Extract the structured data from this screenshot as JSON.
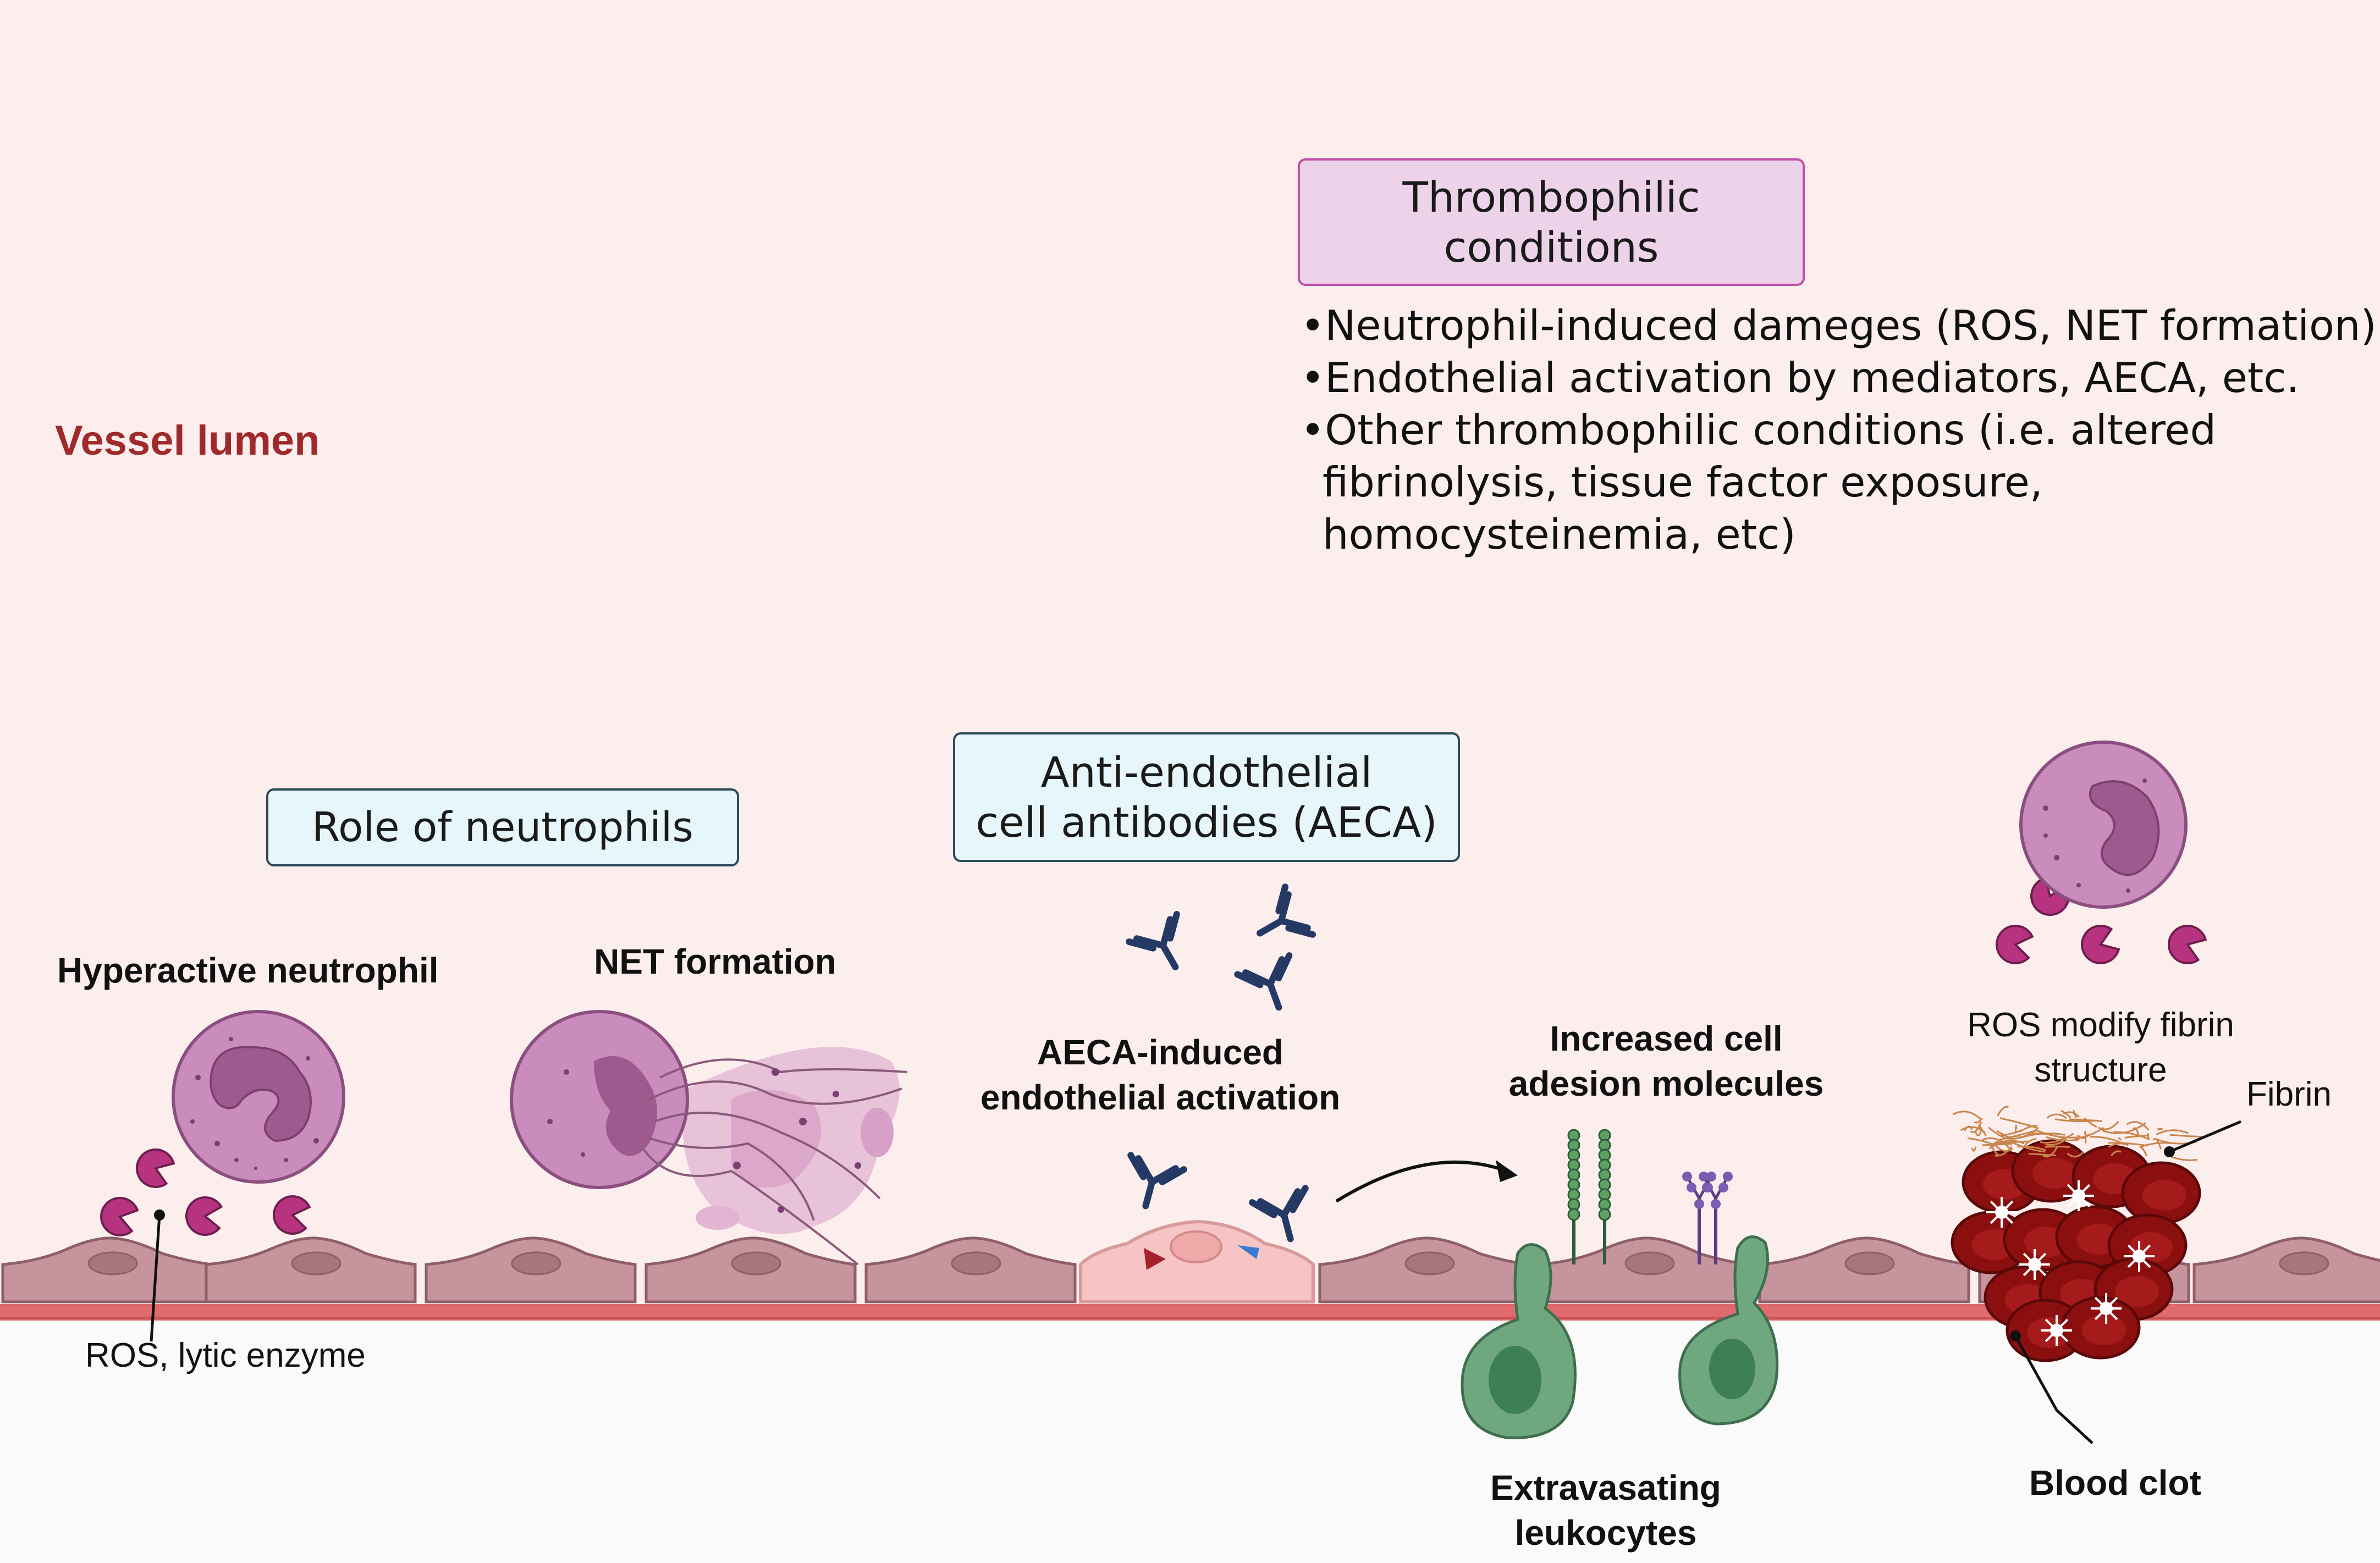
{
  "colors": {
    "lumen_background": "#fdeeee",
    "tissue_background": "#fafafa",
    "vessel_lumen_label": "#9e2a2b",
    "thrombophilic_box_fill": "#ecd3ea",
    "thrombophilic_box_border": "#c04ea8",
    "blue_box_fill": "#e6f6fa",
    "blue_box_border": "#2e4a5a",
    "endothelium": "#c6949c",
    "basement_membrane": "#e06b6f",
    "neutrophil": "#c98cbd",
    "ros": "#b7337f",
    "antibody": "#243a64",
    "leukocyte": "#6fa77f",
    "clot": "#8b0f0f",
    "fibrin": "#c9854c"
  },
  "labels": {
    "vessel_lumen": "Vessel lumen",
    "thrombophilic_box": "Thrombophilic\nconditions",
    "bullets": [
      "•Neutrophil-induced dameges (ROS, NET formation)",
      "•Endothelial activation by mediators,  AECA, etc.",
      "•Other thrombophilic conditions (i.e. altered",
      "fibrinolysis, tissue factor exposure,",
      "homocysteinemia, etc)"
    ],
    "role_of_neutrophils": "Role of neutrophils",
    "aeca_box": "Anti-endothelial\ncell antibodies (AECA)",
    "hyperactive_neutrophil": "Hyperactive neutrophil",
    "net_formation": "NET formation",
    "aeca_induced": "AECA-induced\nendothelial activation",
    "increased_cell": "Increased cell\nadesion molecules",
    "ros_modify": "ROS modify fibrin\nstructure",
    "fibrin": "Fibrin",
    "ros_lytic": "ROS, lytic enzyme",
    "extravasating": "Extravasating\nleukocytes",
    "blood_clot": "Blood clot"
  }
}
